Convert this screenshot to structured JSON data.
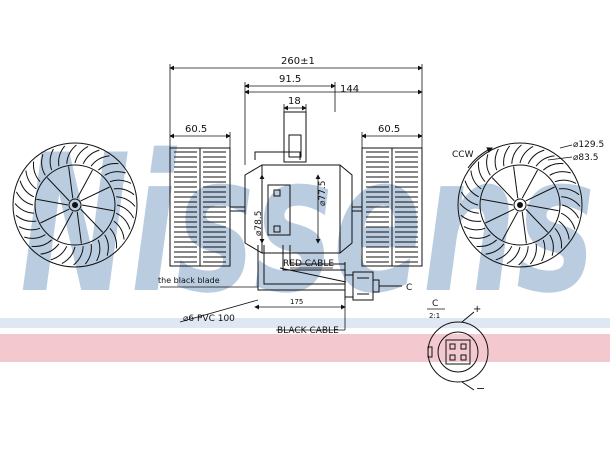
{
  "watermark": {
    "text": "Nissens",
    "color": "#7fa3c7",
    "band_color": "#f3c9cf",
    "band2_color": "#dfe8f2"
  },
  "dimensions": {
    "overall": "260±1",
    "motor_width": "91.5",
    "right_offset": "144",
    "connector": "18",
    "left_fan_width": "60.5",
    "right_fan_width": "60.5",
    "motor_diameter": "⌀78.5",
    "shaft_diameter": "⌀77.5",
    "wheel_outer": "⌀129.5",
    "wheel_inner": "⌀83.5",
    "cable_length": "175"
  },
  "labels": {
    "rotation": "CCW",
    "red_cable": "RED CABLE",
    "black_cable": "BLACK CABLE",
    "pvc": "⌀6 PVC 100",
    "black_blade": "the black blade",
    "detail_ref": "C",
    "detail_title": "C",
    "detail_scale": "2:1",
    "plus": "+",
    "minus": "−"
  }
}
